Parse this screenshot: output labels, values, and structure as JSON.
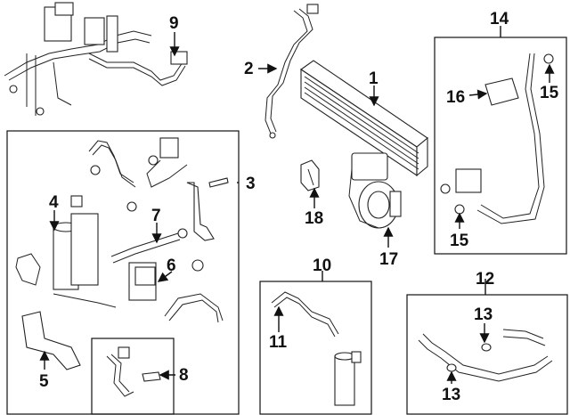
{
  "callouts": {
    "c1": "1",
    "c2": "2",
    "c3": "3",
    "c4": "4",
    "c5": "5",
    "c6": "6",
    "c7": "7",
    "c8": "8",
    "c9": "9",
    "c10": "10",
    "c11": "11",
    "c12": "12",
    "c13a": "13",
    "c13b": "13",
    "c14": "14",
    "c15a": "15",
    "c15b": "15",
    "c16": "16",
    "c17": "17",
    "c18": "18"
  }
}
